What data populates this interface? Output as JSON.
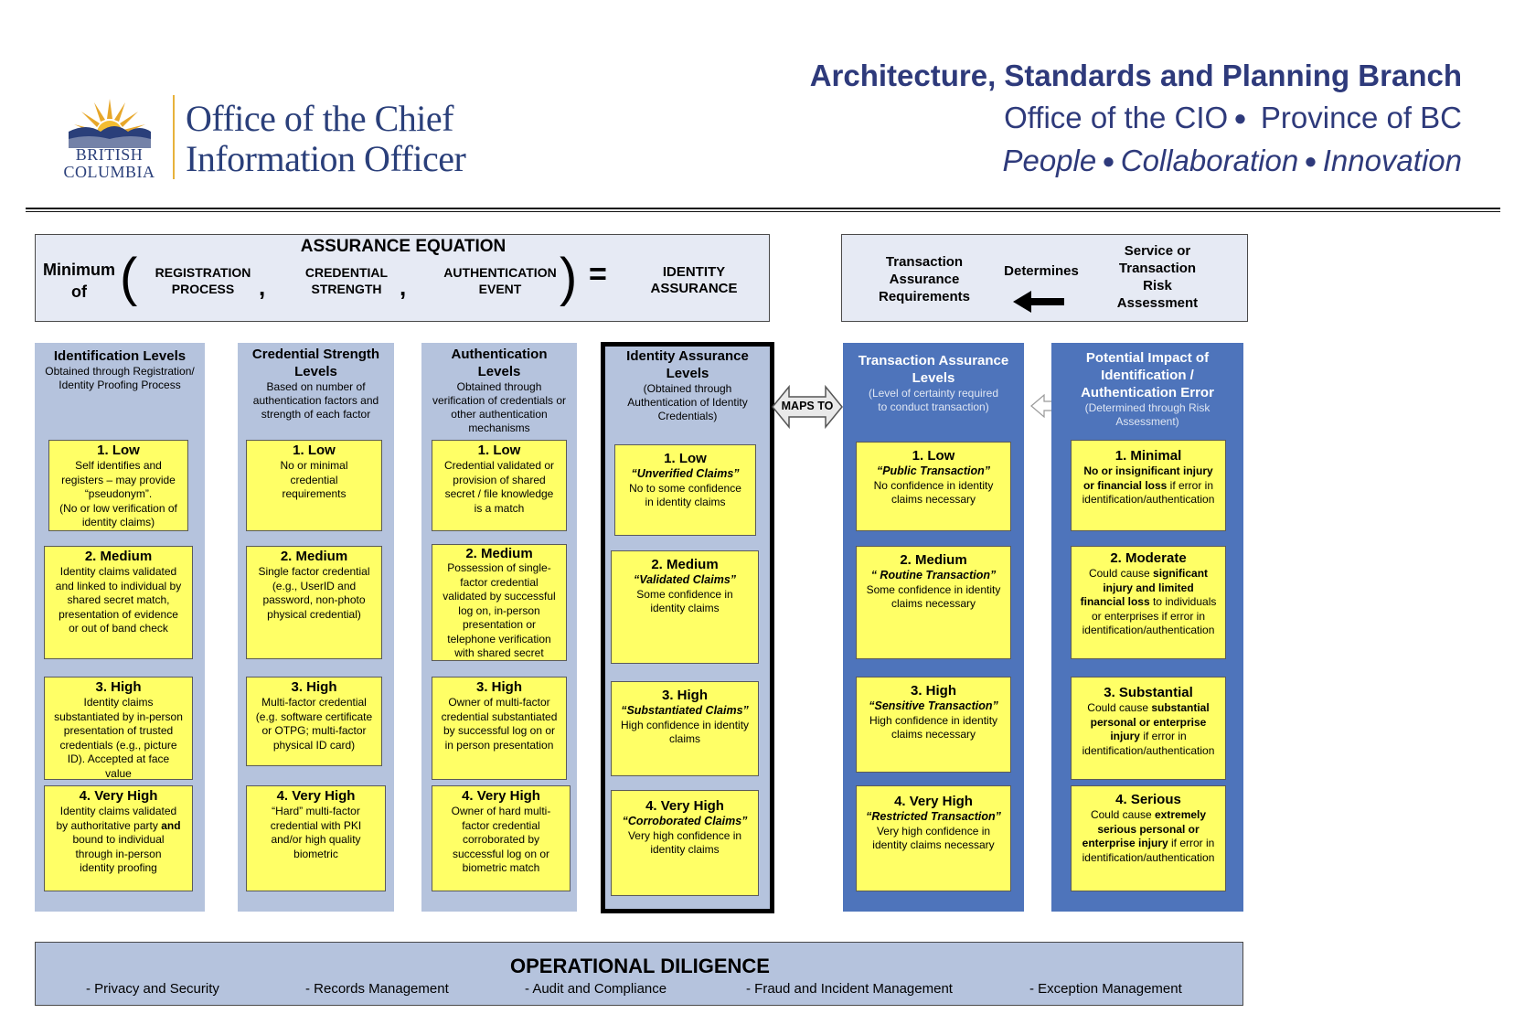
{
  "header": {
    "logo_bc_line1": "BRITISH",
    "logo_bc_line2": "COLUMBIA",
    "office_line1": "Office of the Chief",
    "office_line2": "Information Officer",
    "branch": "Architecture, Standards and Planning Branch",
    "office_cio": "Office of the CIO",
    "province": "Province of BC",
    "tag_people": "People",
    "tag_collab": "Collaboration",
    "tag_innov": "Innovation",
    "bullet": "●"
  },
  "equation": {
    "title": "ASSURANCE EQUATION",
    "minimum": "Minimum",
    "of": "of",
    "open_paren": "(",
    "close_paren": ")",
    "registration_1": "REGISTRATION",
    "registration_2": "PROCESS",
    "comma": ",",
    "credential_1": "CREDENTIAL",
    "credential_2": "STRENGTH",
    "authentication_1": "AUTHENTICATION",
    "authentication_2": "EVENT",
    "equals": "=",
    "identity_1": "IDENTITY",
    "identity_2": "ASSURANCE"
  },
  "determines": {
    "tar_1": "Transaction",
    "tar_2": "Assurance",
    "tar_3": "Requirements",
    "determines": "Determines",
    "str_1": "Service or",
    "str_2": "Transaction",
    "str_3": "Risk",
    "str_4": "Assessment"
  },
  "maps_to": "MAPS TO",
  "columns": {
    "identification": {
      "title_1": "Identification Levels",
      "sub_1": "Obtained through Registration/",
      "sub_2": "Identity Proofing Process",
      "cards": [
        {
          "title": "1. Low",
          "l1": "Self identifies and",
          "l2": "registers – may provide",
          "l3": "“pseudonym”.",
          "l4": "(No or low verification of",
          "l5": "identity claims)"
        },
        {
          "title": "2. Medium",
          "l1": "Identity claims validated",
          "l2": "and linked to individual by",
          "l3": "shared secret match,",
          "l4": "presentation of evidence",
          "l5": "or out of band check"
        },
        {
          "title": "3. High",
          "l1": "Identity claims",
          "l2": "substantiated by in-person",
          "l3": "presentation of trusted",
          "l4": "credentials (e.g., picture",
          "l5": "ID). Accepted at face",
          "l6": "value"
        },
        {
          "title": "4. Very High",
          "l1": "Identity claims validated",
          "l2a": "by authoritative party ",
          "l2b": "and",
          "l3": "bound to individual",
          "l4": "through in-person",
          "l5": "identity proofing"
        }
      ]
    },
    "credential": {
      "title_1": "Credential Strength",
      "title_2": "Levels",
      "sub_1": "Based on number of",
      "sub_2": "authentication factors and",
      "sub_3": "strength of each factor",
      "cards": [
        {
          "title": "1. Low",
          "l1": "No or minimal",
          "l2": "credential",
          "l3": "requirements"
        },
        {
          "title": "2. Medium",
          "l1": "Single factor credential",
          "l2": "(e.g., UserID and",
          "l3": "password, non-photo",
          "l4": "physical credential)"
        },
        {
          "title": "3. High",
          "l1": "Multi-factor credential",
          "l2": "(e.g. software certificate",
          "l3": "or OTPG; multi-factor",
          "l4": "physical ID card)"
        },
        {
          "title": "4. Very High",
          "l1": "“Hard” multi-factor",
          "l2": "credential with PKI",
          "l3": "and/or high quality",
          "l4": "biometric"
        }
      ]
    },
    "authentication": {
      "title_1": "Authentication",
      "title_2": "Levels",
      "sub_1": "Obtained through",
      "sub_2": "verification of credentials or",
      "sub_3": "other authentication",
      "sub_4": "mechanisms",
      "cards": [
        {
          "title": "1. Low",
          "l1": "Credential validated or",
          "l2": "provision of shared",
          "l3": "secret / file knowledge",
          "l4": "is a match"
        },
        {
          "title": "2. Medium",
          "l1": "Possession of single-",
          "l2": "factor credential",
          "l3": "validated by successful",
          "l4": "log on, in-person",
          "l5": "presentation or",
          "l6": "telephone verification",
          "l7": "with shared secret"
        },
        {
          "title": "3. High",
          "l1": "Owner of multi-factor",
          "l2": "credential substantiated",
          "l3": "by successful log on or",
          "l4": "in person presentation"
        },
        {
          "title": "4. Very High",
          "l1": "Owner of hard multi-",
          "l2": "factor credential",
          "l3": "corroborated by",
          "l4": "successful log on or",
          "l5": "biometric match"
        }
      ]
    },
    "identity_assurance": {
      "title_1": "Identity Assurance",
      "title_2": "Levels",
      "sub_1": "(Obtained through",
      "sub_2": "Authentication of Identity",
      "sub_3": "Credentials)",
      "cards": [
        {
          "title": "1. Low",
          "q": "“Unverified Claims”",
          "l1": "No to some confidence",
          "l2": "in identity claims"
        },
        {
          "title": "2. Medium",
          "q": "“Validated Claims”",
          "l1": "Some confidence in",
          "l2": "identity claims"
        },
        {
          "title": "3. High",
          "q": "“Substantiated Claims”",
          "l1": "High confidence in identity",
          "l2": "claims"
        },
        {
          "title": "4. Very High",
          "q": "“Corroborated Claims”",
          "l1": "Very high confidence in",
          "l2": "identity claims"
        }
      ]
    },
    "transaction_assurance": {
      "title_1": "Transaction Assurance",
      "title_2": "Levels",
      "sub_1": "(Level of certainty required",
      "sub_2": "to conduct transaction)",
      "cards": [
        {
          "title": "1. Low",
          "q": "“Public Transaction”",
          "l1": "No confidence in identity",
          "l2": "claims necessary"
        },
        {
          "title": "2. Medium",
          "q": "“ Routine Transaction”",
          "l1": "Some confidence in identity",
          "l2": "claims necessary"
        },
        {
          "title": "3. High",
          "q": "“Sensitive Transaction”",
          "l1": "High confidence in identity",
          "l2": "claims necessary"
        },
        {
          "title": "4. Very High",
          "q": "“Restricted Transaction”",
          "l1": "Very high confidence in",
          "l2": "identity claims necessary"
        }
      ]
    },
    "impact": {
      "title_1": "Potential Impact of",
      "title_2": "Identification /",
      "title_3": "Authentication Error",
      "sub_1": "(Determined through Risk",
      "sub_2": "Assessment)",
      "cards": [
        {
          "title": "1. Minimal",
          "b1": "No or insignificant injury",
          "b2": "or financial loss",
          "t2": " if error in",
          "l3": "identification/authentication"
        },
        {
          "title": "2. Moderate",
          "t1": "Could cause ",
          "b1": "significant",
          "b2": "injury and limited",
          "b3": "financial loss",
          "t3": " to individuals",
          "l4": "or enterprises if error in",
          "l5": "identification/authentication"
        },
        {
          "title": "3. Substantial",
          "t1": "Could cause ",
          "b1": "substantial",
          "b2": "personal or enterprise",
          "b3": "injury",
          "t3": " if error in",
          "l4": "identification/authentication"
        },
        {
          "title": "4. Serious",
          "t1": "Could cause ",
          "b1": "extremely",
          "b2": "serious personal or",
          "b3": "enterprise injury",
          "t3": " if error in",
          "l4": "identification/authentication"
        }
      ]
    }
  },
  "operational": {
    "title": "OPERATIONAL DILIGENCE",
    "items": [
      "- Privacy and Security",
      "- Records Management",
      "- Audit and Compliance",
      "- Fraud and Incident Management",
      "- Exception Management"
    ]
  },
  "colors": {
    "light_column": "#b5c3dd",
    "dark_column": "#4e74bb",
    "card_yellow": "#ffff66",
    "header_navy": "#2e3a7b",
    "logo_gold": "#e7b23b"
  }
}
